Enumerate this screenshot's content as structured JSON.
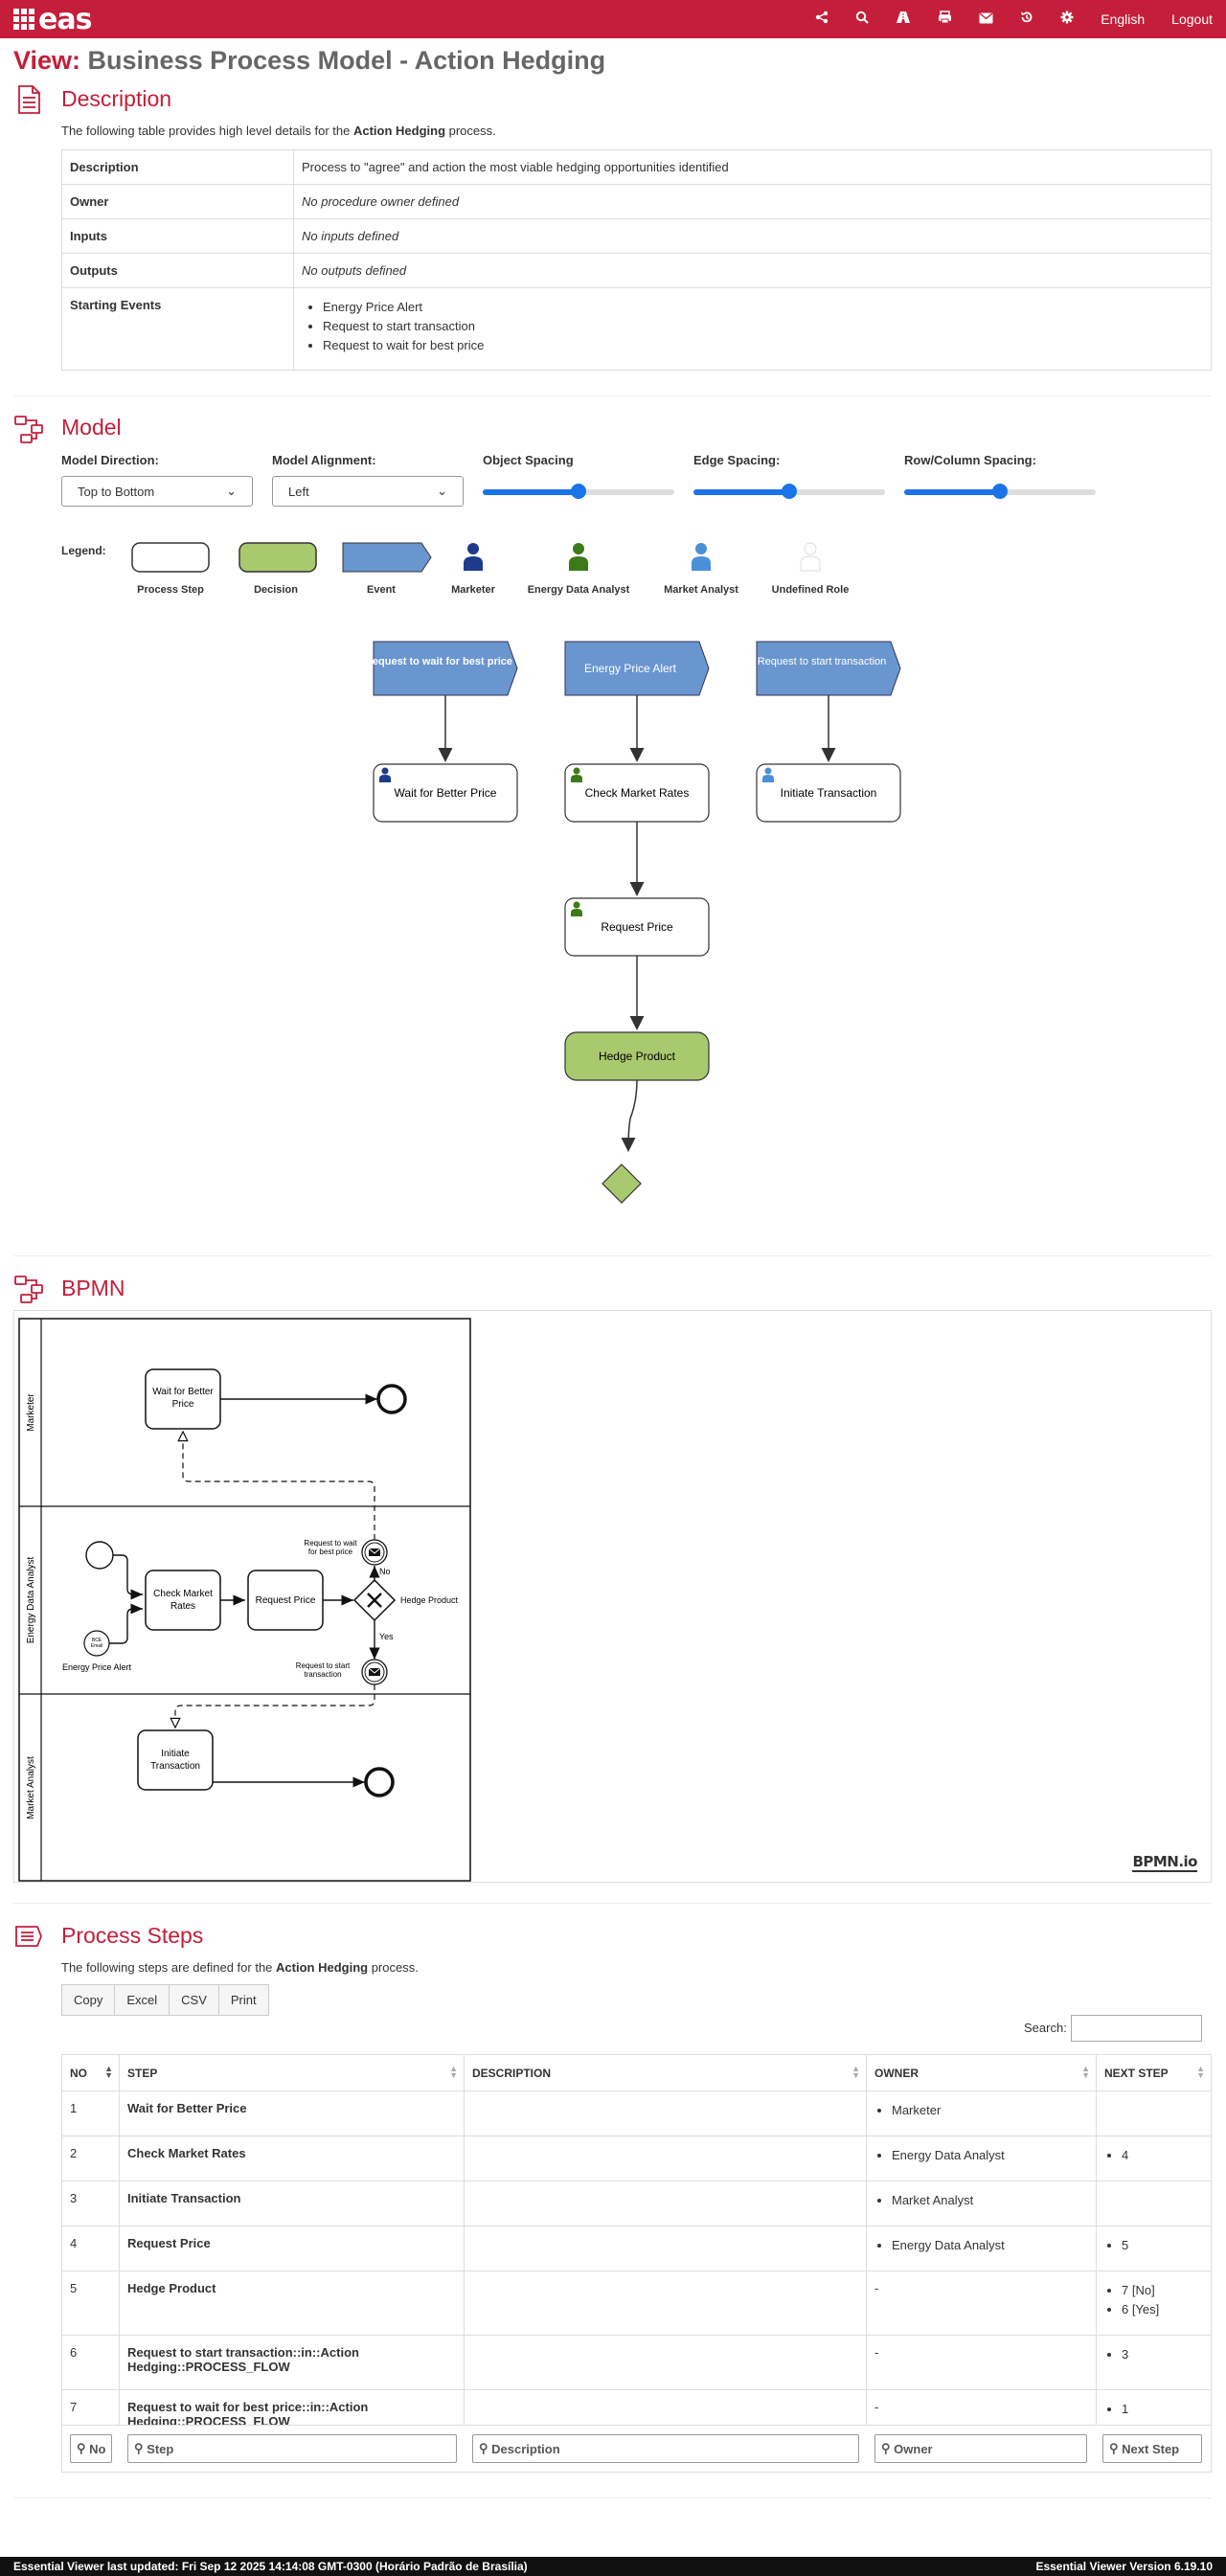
{
  "header": {
    "logo": "eas",
    "language": "English",
    "logout": "Logout"
  },
  "page": {
    "view_label": "View:",
    "title": "Business Process Model - Action Hedging"
  },
  "description": {
    "heading": "Description",
    "intro_prefix": "The following table provides high level details for the ",
    "process_name": "Action Hedging",
    "intro_suffix": " process.",
    "rows": [
      {
        "key": "Description",
        "value": "Process to \"agree\" and action the most viable hedging opportunities identified"
      },
      {
        "key": "Owner",
        "value": "No procedure owner defined"
      },
      {
        "key": "Inputs",
        "value": "No inputs defined"
      },
      {
        "key": "Outputs",
        "value": "No outputs defined"
      },
      {
        "key": "Starting Events",
        "items": [
          "Energy Price Alert",
          "Request to start transaction",
          "Request to wait for best price"
        ]
      }
    ]
  },
  "model": {
    "heading": "Model",
    "direction_label": "Model Direction:",
    "direction_value": "Top to Bottom",
    "alignment_label": "Model Alignment:",
    "alignment_value": "Left",
    "object_spacing_label": "Object Spacing",
    "edge_spacing_label": "Edge Spacing:",
    "rowcol_spacing_label": "Row/Column Spacing:",
    "object_spacing": 0.5,
    "edge_spacing": 0.5,
    "rowcol_spacing": 0.5,
    "legend_label": "Legend:",
    "legend": [
      "Process Step",
      "Decision",
      "Event",
      "Marketer",
      "Energy Data Analyst",
      "Market Analyst",
      "Undefined Role"
    ],
    "events": [
      "Request to wait for best price",
      "Energy Price Alert",
      "Request to start transaction"
    ],
    "steps": [
      "Wait for Better Price",
      "Check Market Rates",
      "Initiate Transaction",
      "Request Price"
    ],
    "decision": "Hedge Product",
    "colors": {
      "event": "#6a96cf",
      "decision": "#a9c96e",
      "marketer": "#1e3a8a",
      "eda": "#3d7a18",
      "analyst": "#4a90d9",
      "undefined": "#e0e0e0"
    }
  },
  "bpmn": {
    "heading": "BPMN",
    "lanes": [
      "Marketer",
      "Energy Data Analyst",
      "Market Analyst"
    ],
    "tasks": [
      "Wait for Better Price",
      "Check Market Rates",
      "Request Price",
      "Initiate Transaction"
    ],
    "labels": {
      "wait_event": "Request to wait for best price",
      "start_event": "Request to start transaction",
      "gateway": "Hedge Product",
      "no": "No",
      "yes": "Yes",
      "epa": "Energy Price Alert"
    },
    "brand": "BPMN.io"
  },
  "steps": {
    "heading": "Process Steps",
    "intro_prefix": "The following steps are defined for the ",
    "process_name": "Action Hedging",
    "intro_suffix": " process.",
    "buttons": [
      "Copy",
      "Excel",
      "CSV",
      "Print"
    ],
    "search_label": "Search:",
    "columns": [
      "NO",
      "STEP",
      "DESCRIPTION",
      "OWNER",
      "NEXT STEP"
    ],
    "rows": [
      {
        "no": "1",
        "step": "Wait for Better Price",
        "description": "",
        "owner": [
          "Marketer"
        ],
        "next": []
      },
      {
        "no": "2",
        "step": "Check Market Rates",
        "description": "",
        "owner": [
          "Energy Data Analyst"
        ],
        "next": [
          "4"
        ]
      },
      {
        "no": "3",
        "step": "Initiate Transaction",
        "description": "",
        "owner": [
          "Market Analyst"
        ],
        "next": []
      },
      {
        "no": "4",
        "step": "Request Price",
        "description": "",
        "owner": [
          "Energy Data Analyst"
        ],
        "next": [
          "5"
        ]
      },
      {
        "no": "5",
        "step": "Hedge Product",
        "description": "",
        "owner_text": "-",
        "next": [
          "7 [No]",
          "6 [Yes]"
        ]
      },
      {
        "no": "6",
        "step": "Request to start transaction::in::Action Hedging::PROCESS_FLOW",
        "description": "",
        "owner_text": "-",
        "next": [
          "3"
        ]
      },
      {
        "no": "7",
        "step": "Request to wait for best price::in::Action Hedging::PROCESS_FLOW",
        "description": "",
        "owner_text": "-",
        "next": [
          "1"
        ]
      }
    ],
    "filters": [
      "No",
      "Step",
      "Description",
      "Owner",
      "Next Step"
    ]
  },
  "footer": {
    "left": "Essential Viewer last updated: Fri Sep 12 2025 14:14:08 GMT-0300 (Horário Padrão de Brasília)",
    "right": "Essential Viewer Version 6.19.10"
  }
}
